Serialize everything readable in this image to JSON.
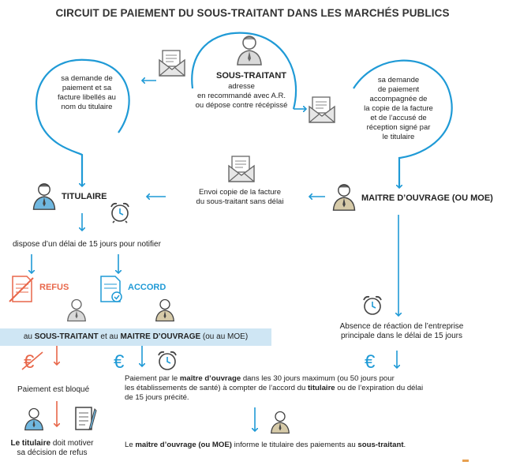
{
  "title": "CIRCUIT DE PAIEMENT DU SOUS-TRAITANT DANS LES MARCHÉS PUBLICS",
  "colors": {
    "blue": "#1f9ad6",
    "red": "#e8674a",
    "band": "#cfe6f4",
    "figure_blue": "#6fb7e0",
    "figure_tan": "#d6caa8"
  },
  "actors": {
    "sous_traitant": "SOUS-TRAITANT",
    "titulaire": "TITULAIRE",
    "maitre_ouvrage": "MAITRE D’OUVRAGE (OU MOE)"
  },
  "texts": {
    "sous_traitant_desc": [
      "adresse",
      "en recommandé avec A.R.",
      "ou dépose contre récépissé"
    ],
    "left_demand": [
      "sa demande de",
      "paiement et sa",
      "facture libellés au",
      "nom du titulaire"
    ],
    "right_demand": [
      "sa demande",
      "de paiement",
      "accompagnée de",
      "la copie de la facture",
      "et de l’accusé de",
      "réception signé par",
      "le titulaire"
    ],
    "envoi_copie": [
      "Envoi copie de la facture",
      "du sous-traitant sans délai"
    ],
    "delai_notifier": "dispose d’un délai de 15 jours pour notifier",
    "refus": "REFUS",
    "accord": "ACCORD",
    "band": {
      "prefix": "au ",
      "st": "SOUS-TRAITANT",
      "mid": " et au ",
      "mo": "MAITRE D’OUVRAGE",
      "suffix": " (ou au MOE)"
    },
    "absence": [
      "Absence de réaction de l’entreprise",
      "principale dans le délai de 15 jours"
    ],
    "paiement_bloque": "Paiement est bloqué",
    "paiement": {
      "p1": "Paiement par le ",
      "b1": "maître d’ouvrage",
      "p2": " dans les 30 jours maximum (ou 50 jours pour",
      "line2": "les établissements de santé) à compter de l’accord du ",
      "b2": "titulaire",
      "p3": " ou de l’expiration du délai",
      "line3": "de 15 jours précité."
    },
    "titulaire_motiver": {
      "b": "Le titulaire",
      "rest": " doit motiver",
      "line2": "sa décision de refus"
    },
    "informe": {
      "p1": "Le ",
      "b1": "maître d’ouvrage (ou MOE)",
      "p2": " informe le titulaire des paiements au ",
      "b2": "sous-traitant",
      "p3": "."
    }
  }
}
